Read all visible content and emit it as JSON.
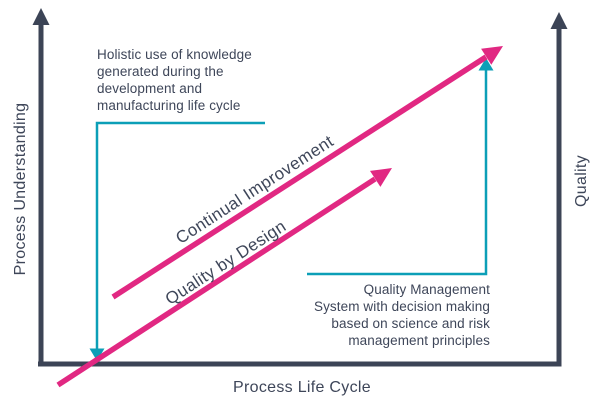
{
  "colors": {
    "axis": "#3C4456",
    "magenta": "#E12882",
    "teal": "#0C9FB7",
    "text": "#3E4659"
  },
  "axes": {
    "y_left_label": "Process Understanding",
    "y_right_label": "Quality",
    "x_label": "Process Life Cycle"
  },
  "trend_arrows": {
    "continual_improvement": "Continual Improvement",
    "quality_by_design": "Quality by Design"
  },
  "annotations": {
    "top_left": {
      "lines": [
        "Holistic use of knowledge",
        "generated during the",
        "development and",
        "manufacturing life cycle"
      ]
    },
    "bottom_right": {
      "lines": [
        "Quality Management",
        "System with decision making",
        "based on science and risk",
        "management principles"
      ]
    }
  }
}
